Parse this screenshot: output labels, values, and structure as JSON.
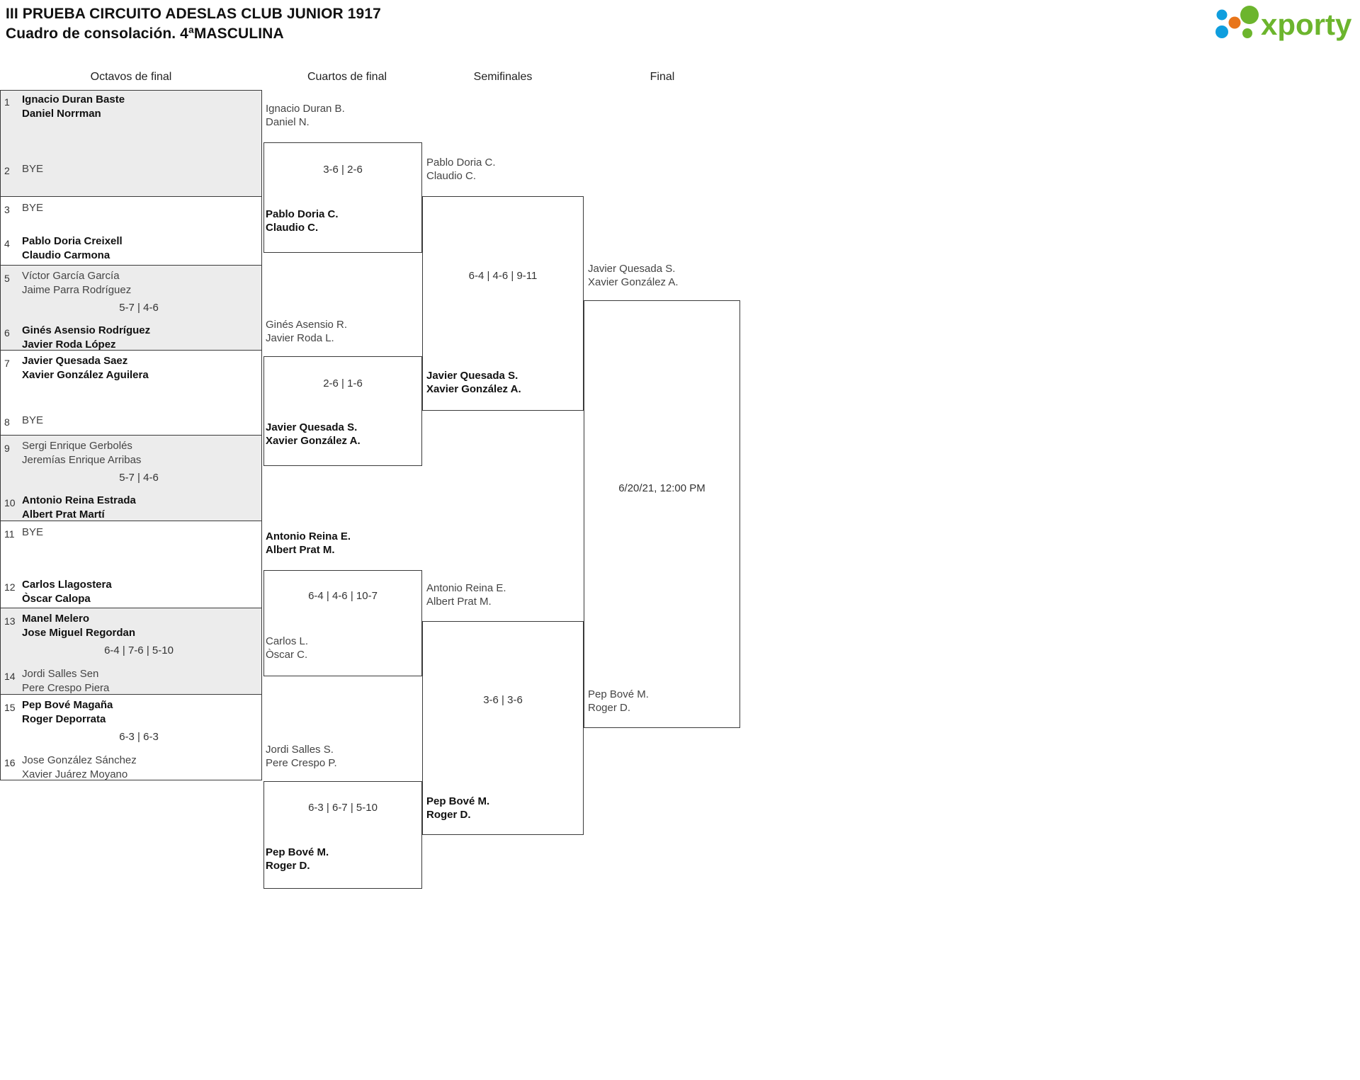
{
  "header": {
    "title_line1": "III PRUEBA CIRCUITO ADESLAS CLUB JUNIOR 1917",
    "title_line2": "Cuadro de consolación. 4ªMASCULINA",
    "logo_text": "xporty",
    "logo_colors": {
      "green": "#6cb52d",
      "blue": "#0f9ede",
      "orange": "#e8751a"
    }
  },
  "rounds": [
    {
      "label": "Octavos de final"
    },
    {
      "label": "Cuartos de final"
    },
    {
      "label": "Semifinales"
    },
    {
      "label": "Final"
    }
  ],
  "round1": {
    "slots": [
      {
        "seed": "1",
        "line1": "Ignacio Duran Baste",
        "line2": "Daniel Norrman",
        "status": "win"
      },
      {
        "seed": "2",
        "line1": "BYE",
        "line2": "",
        "status": "bye"
      },
      {
        "seed": "3",
        "line1": "BYE",
        "line2": "",
        "status": "bye"
      },
      {
        "seed": "4",
        "line1": "Pablo Doria Creixell",
        "line2": "Claudio Carmona",
        "status": "win"
      },
      {
        "seed": "5",
        "line1": "Víctor García García",
        "line2": "Jaime Parra Rodríguez",
        "status": "lose"
      },
      {
        "seed": "6",
        "line1": "Ginés Asensio Rodríguez",
        "line2": "Javier Roda López",
        "status": "win"
      },
      {
        "seed": "7",
        "line1": "Javier Quesada Saez",
        "line2": "Xavier González Aguilera",
        "status": "win"
      },
      {
        "seed": "8",
        "line1": "BYE",
        "line2": "",
        "status": "bye"
      },
      {
        "seed": "9",
        "line1": "Sergi Enrique Gerbolés",
        "line2": "Jeremías Enrique Arribas",
        "status": "lose"
      },
      {
        "seed": "10",
        "line1": "Antonio Reina Estrada",
        "line2": "Albert Prat Martí",
        "status": "win"
      },
      {
        "seed": "11",
        "line1": "BYE",
        "line2": "",
        "status": "bye"
      },
      {
        "seed": "12",
        "line1": "Carlos Llagostera",
        "line2": "Òscar Calopa",
        "status": "win"
      },
      {
        "seed": "13",
        "line1": "Manel Melero",
        "line2": "Jose Miguel Regordan",
        "status": "win"
      },
      {
        "seed": "14",
        "line1": "Jordi Salles Sen",
        "line2": "Pere Crespo Piera",
        "status": "lose"
      },
      {
        "seed": "15",
        "line1": "Pep Bové Magaña",
        "line2": "Roger Deporrata",
        "status": "win"
      },
      {
        "seed": "16",
        "line1": "Jose González Sánchez",
        "line2": "Xavier Juárez Moyano",
        "status": "lose"
      }
    ],
    "scores": [
      {
        "pair": "5-6",
        "text": "5-7 | 4-6"
      },
      {
        "pair": "9-10",
        "text": "5-7 | 4-6"
      },
      {
        "pair": "13-14",
        "text": "6-4 | 7-6 | 5-10"
      },
      {
        "pair": "15-16",
        "text": "6-3 | 6-3"
      }
    ]
  },
  "round2": {
    "matches": [
      {
        "top": {
          "line1": "Ignacio Duran B.",
          "line2": "Daniel N.",
          "status": "lose"
        },
        "bottom": {
          "line1": "Pablo Doria C.",
          "line2": "Claudio C.",
          "status": "win"
        },
        "score": "3-6 | 2-6"
      },
      {
        "top": {
          "line1": "Ginés Asensio R.",
          "line2": "Javier Roda L.",
          "status": "lose"
        },
        "bottom": {
          "line1": "Javier Quesada S.",
          "line2": "Xavier González A.",
          "status": "win"
        },
        "score": "2-6 | 1-6"
      },
      {
        "top": {
          "line1": "Antonio Reina E.",
          "line2": "Albert Prat M.",
          "status": "win"
        },
        "bottom": {
          "line1": "Carlos L.",
          "line2": "Òscar C.",
          "status": "lose"
        },
        "score": "6-4 | 4-6 | 10-7"
      },
      {
        "top": {
          "line1": "Jordi Salles S.",
          "line2": "Pere Crespo P.",
          "status": "lose"
        },
        "bottom": {
          "line1": "Pep Bové M.",
          "line2": "Roger D.",
          "status": "win"
        },
        "score": "6-3 | 6-7 | 5-10"
      }
    ]
  },
  "round3": {
    "matches": [
      {
        "top": {
          "line1": "Pablo Doria C.",
          "line2": "Claudio C.",
          "status": "lose"
        },
        "bottom": {
          "line1": "Javier Quesada S.",
          "line2": "Xavier González A.",
          "status": "win"
        },
        "score": "6-4 | 4-6 | 9-11"
      },
      {
        "top": {
          "line1": "Antonio Reina E.",
          "line2": "Albert Prat M.",
          "status": "lose"
        },
        "bottom": {
          "line1": "Pep Bové M.",
          "line2": "Roger D.",
          "status": "win"
        },
        "score": "3-6 | 3-6"
      }
    ]
  },
  "round4": {
    "matches": [
      {
        "top": {
          "line1": "Javier Quesada S.",
          "line2": "Xavier González A.",
          "status": "lose"
        },
        "bottom": {
          "line1": "Pep Bové M.",
          "line2": "Roger D.",
          "status": "lose"
        },
        "score": "6/20/21, 12:00 PM"
      }
    ]
  }
}
